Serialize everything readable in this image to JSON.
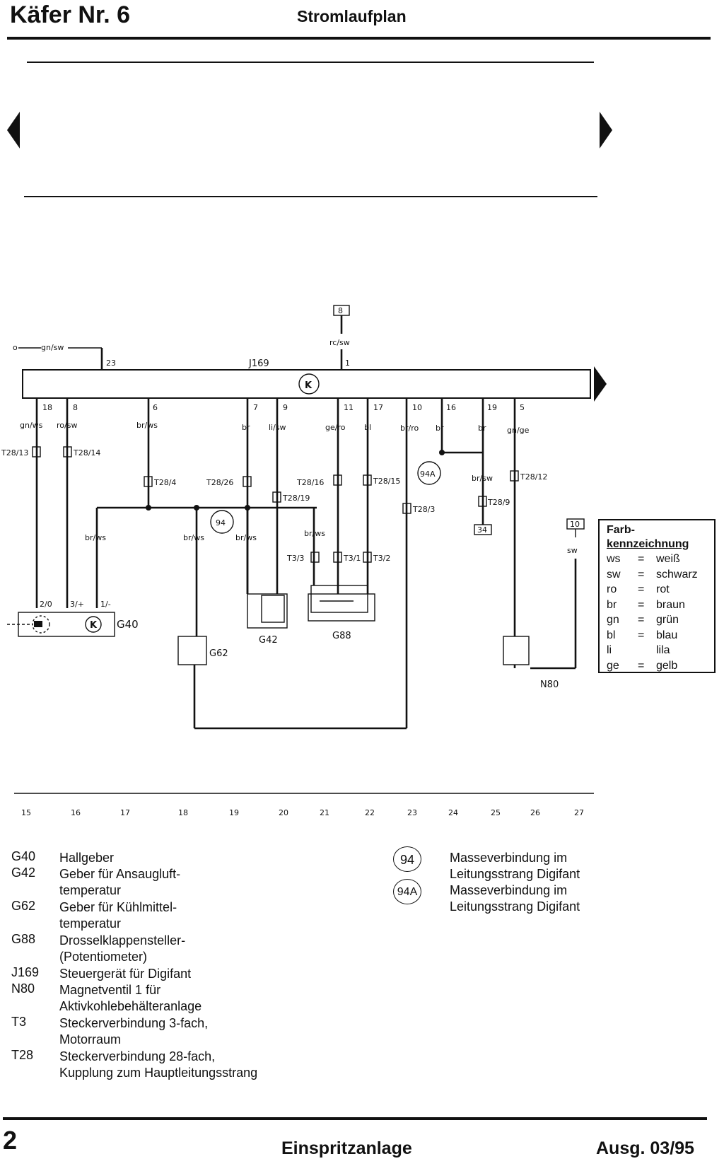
{
  "header": {
    "title": "Käfer Nr. 6",
    "subtitle": "Stromlaufplan"
  },
  "diagram": {
    "control_unit": "J169",
    "pins": [
      "18",
      "8",
      "6",
      "7",
      "9",
      "11",
      "17",
      "10",
      "16",
      "19",
      "5",
      "23",
      "1"
    ],
    "wire_colors": [
      "gn/sw",
      "rc/sw",
      "gn/ws",
      "ro/sw",
      "br/ws",
      "br",
      "li/sw",
      "ge/ro",
      "bl",
      "br/ro",
      "br",
      "br",
      "gn/ge",
      "br/sw",
      "br/ws",
      "br/ws",
      "br/ws",
      "br/ws",
      "sw"
    ],
    "connectors": [
      "T28/13",
      "T28/14",
      "T28/4",
      "T28/26",
      "T28/16",
      "T28/15",
      "T28/19",
      "T28/3",
      "T28/12",
      "T28/9",
      "T3/3",
      "T3/1",
      "T3/2"
    ],
    "pin_labels": [
      "2/0",
      "3/+",
      "1/-"
    ],
    "components": [
      "G40",
      "G42",
      "G62",
      "G88",
      "N80"
    ],
    "ground_points": [
      "94",
      "94A"
    ],
    "fuse_ids": [
      "8",
      "34",
      "10"
    ],
    "grid_numbers": [
      "15",
      "16",
      "17",
      "18",
      "19",
      "20",
      "21",
      "22",
      "23",
      "24",
      "25",
      "26",
      "27"
    ]
  },
  "color_legend": {
    "title_line1": "Farb-",
    "title_line2": "kennzeichnung",
    "rows": [
      {
        "code": "ws",
        "eq": "=",
        "name": "weiß"
      },
      {
        "code": "sw",
        "eq": "=",
        "name": "schwarz"
      },
      {
        "code": "ro",
        "eq": "=",
        "name": "rot"
      },
      {
        "code": "br",
        "eq": "=",
        "name": "braun"
      },
      {
        "code": "gn",
        "eq": "=",
        "name": "grün"
      },
      {
        "code": "bl",
        "eq": "=",
        "name": "blau"
      },
      {
        "code": "li",
        "eq": "",
        "name": "lila"
      },
      {
        "code": "ge",
        "eq": "=",
        "name": "gelb"
      }
    ]
  },
  "legend_left": [
    {
      "code": "G40",
      "lines": [
        "Hallgeber"
      ]
    },
    {
      "code": "G42",
      "lines": [
        "Geber für Ansaugluft-",
        "temperatur"
      ]
    },
    {
      "code": "G62",
      "lines": [
        "Geber für Kühlmittel-",
        "temperatur"
      ]
    },
    {
      "code": "G88",
      "lines": [
        "Drosselklappensteller-",
        "(Potentiometer)"
      ]
    },
    {
      "code": "J169",
      "lines": [
        "Steuergerät für Digifant"
      ]
    },
    {
      "code": "N80",
      "lines": [
        "Magnetventil 1 für",
        "Aktivkohlebehälteranlage"
      ]
    },
    {
      "code": "T3",
      "lines": [
        "Steckerverbindung 3-fach,",
        "Motorraum"
      ]
    },
    {
      "code": "T28",
      "lines": [
        "Steckerverbindung 28-fach,",
        "Kupplung zum Hauptleitungsstrang"
      ]
    }
  ],
  "legend_right": [
    {
      "code": "94",
      "lines": [
        "Masseverbindung im",
        "Leitungsstrang Digifant"
      ]
    },
    {
      "code": "94A",
      "lines": [
        "Masseverbindung im",
        "Leitungsstrang Digifant"
      ]
    }
  ],
  "footer": {
    "page": "2",
    "section": "Einspritzanlage",
    "edition": "Ausg. 03/95"
  }
}
